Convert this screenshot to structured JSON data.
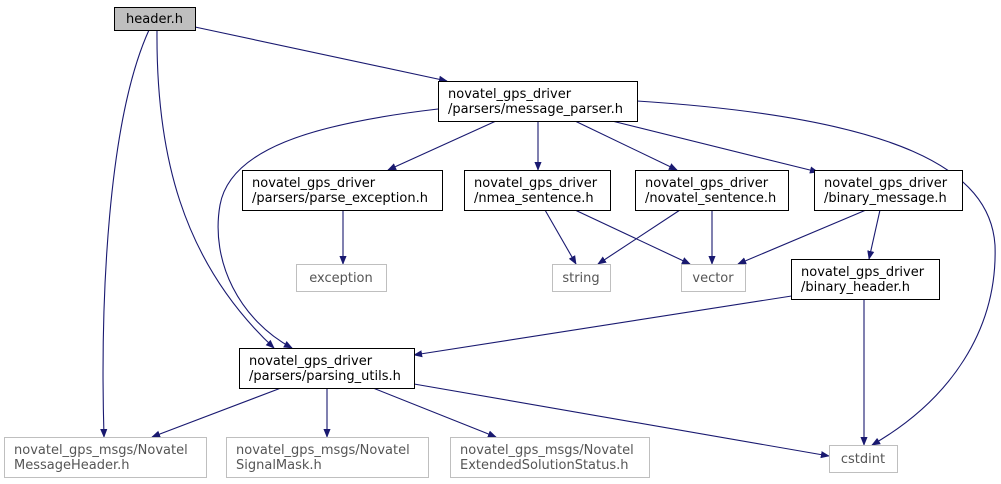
{
  "diagram": {
    "type": "include-dependency-graph",
    "colors": {
      "edge": "#191970",
      "node_border": "#000000",
      "external_border": "#bfbfbf",
      "root_fill": "#bfbfbf",
      "node_fill": "#ffffff",
      "text": "#000000",
      "external_text": "#555555"
    },
    "nodes": [
      {
        "id": "header",
        "lines": [
          "header.h"
        ],
        "kind": "root"
      },
      {
        "id": "message_parser",
        "lines": [
          "novatel_gps_driver",
          "/parsers/message_parser.h"
        ],
        "kind": "local"
      },
      {
        "id": "parse_exception",
        "lines": [
          "novatel_gps_driver",
          "/parsers/parse_exception.h"
        ],
        "kind": "local"
      },
      {
        "id": "nmea_sentence",
        "lines": [
          "novatel_gps_driver",
          "/nmea_sentence.h"
        ],
        "kind": "local"
      },
      {
        "id": "novatel_sentence",
        "lines": [
          "novatel_gps_driver",
          "/novatel_sentence.h"
        ],
        "kind": "local"
      },
      {
        "id": "binary_message",
        "lines": [
          "novatel_gps_driver",
          "/binary_message.h"
        ],
        "kind": "local"
      },
      {
        "id": "exception",
        "lines": [
          "exception"
        ],
        "kind": "external"
      },
      {
        "id": "string",
        "lines": [
          "string"
        ],
        "kind": "external"
      },
      {
        "id": "vector",
        "lines": [
          "vector"
        ],
        "kind": "external"
      },
      {
        "id": "binary_header",
        "lines": [
          "novatel_gps_driver",
          "/binary_header.h"
        ],
        "kind": "local"
      },
      {
        "id": "parsing_utils",
        "lines": [
          "novatel_gps_driver",
          "/parsers/parsing_utils.h"
        ],
        "kind": "local"
      },
      {
        "id": "msg_header",
        "lines": [
          "novatel_gps_msgs/Novatel",
          "MessageHeader.h"
        ],
        "kind": "external"
      },
      {
        "id": "signal_mask",
        "lines": [
          "novatel_gps_msgs/Novatel",
          "SignalMask.h"
        ],
        "kind": "external"
      },
      {
        "id": "ext_status",
        "lines": [
          "novatel_gps_msgs/Novatel",
          "ExtendedSolutionStatus.h"
        ],
        "kind": "external"
      },
      {
        "id": "cstdint",
        "lines": [
          "cstdint"
        ],
        "kind": "external"
      }
    ],
    "edges": [
      {
        "from": "header",
        "to": "message_parser"
      },
      {
        "from": "header",
        "to": "parsing_utils"
      },
      {
        "from": "header",
        "to": "msg_header"
      },
      {
        "from": "message_parser",
        "to": "parsing_utils"
      },
      {
        "from": "message_parser",
        "to": "parse_exception"
      },
      {
        "from": "message_parser",
        "to": "nmea_sentence"
      },
      {
        "from": "message_parser",
        "to": "novatel_sentence"
      },
      {
        "from": "message_parser",
        "to": "binary_message"
      },
      {
        "from": "message_parser",
        "to": "cstdint"
      },
      {
        "from": "parse_exception",
        "to": "exception"
      },
      {
        "from": "nmea_sentence",
        "to": "string"
      },
      {
        "from": "nmea_sentence",
        "to": "vector"
      },
      {
        "from": "novatel_sentence",
        "to": "string"
      },
      {
        "from": "novatel_sentence",
        "to": "vector"
      },
      {
        "from": "binary_message",
        "to": "vector"
      },
      {
        "from": "binary_message",
        "to": "binary_header"
      },
      {
        "from": "binary_header",
        "to": "parsing_utils"
      },
      {
        "from": "binary_header",
        "to": "cstdint"
      },
      {
        "from": "parsing_utils",
        "to": "msg_header"
      },
      {
        "from": "parsing_utils",
        "to": "signal_mask"
      },
      {
        "from": "parsing_utils",
        "to": "ext_status"
      },
      {
        "from": "parsing_utils",
        "to": "cstdint"
      }
    ]
  }
}
